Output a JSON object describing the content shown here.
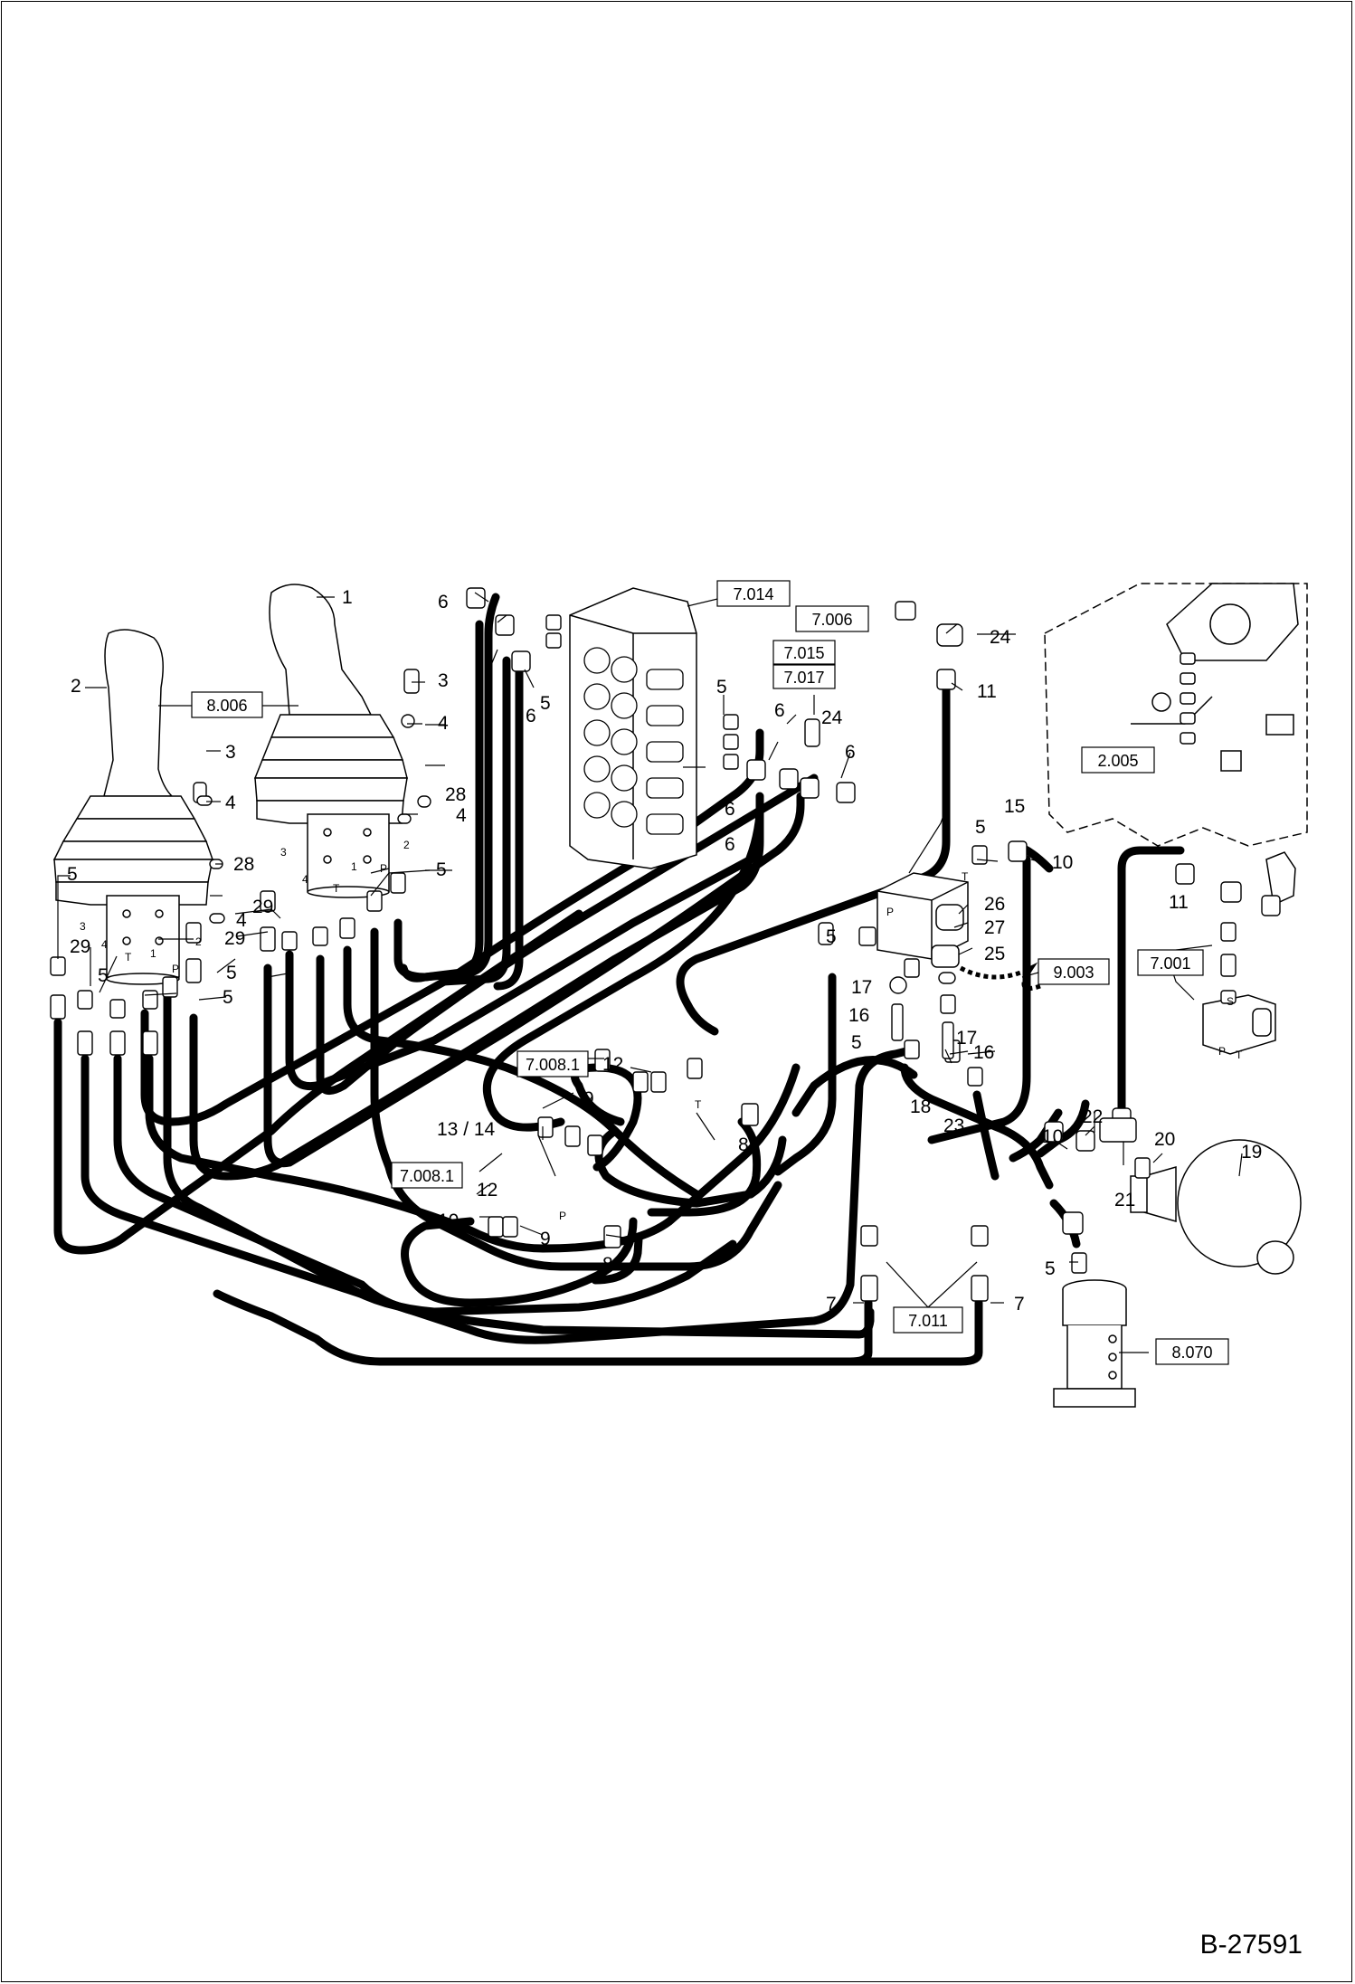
{
  "document_number": "B-27591",
  "reference_boxes": {
    "ref_8006": "8.006",
    "ref_7014": "7.014",
    "ref_7006": "7.006",
    "ref_7015": "7.015",
    "ref_7017": "7.017",
    "ref_2005": "2.005",
    "ref_9003": "9.003",
    "ref_7001": "7.001",
    "ref_70081_upper": "7.008.1",
    "ref_70081_lower": "7.008.1",
    "ref_7011": "7.011",
    "ref_8070": "8.070"
  },
  "callouts": {
    "c1": "1",
    "c2": "2",
    "c3a": "3",
    "c3b": "3",
    "c4a": "4",
    "c4b": "4",
    "c4c": "4",
    "c4d": "4",
    "c5a": "5",
    "c5b": "5",
    "c5c": "5",
    "c5d": "5",
    "c5e": "5",
    "c5f": "5",
    "c5g": "5",
    "c5h": "5",
    "c5i": "5",
    "c5j": "5",
    "c5k": "5",
    "c6a": "6",
    "c6b": "6",
    "c6c": "6",
    "c6d": "6",
    "c6e": "6",
    "c6f": "6",
    "c7a": "7",
    "c7b": "7",
    "c8a": "8",
    "c8b": "8",
    "c9a": "9",
    "c9b": "9",
    "c10a": "10",
    "c10b": "10",
    "c10c": "10",
    "c11a": "11",
    "c11b": "11",
    "c12a": "12",
    "c12b": "12",
    "c1314": "13 / 14",
    "c15": "15",
    "c16a": "16",
    "c16b": "16",
    "c17a": "17",
    "c17b": "17",
    "c18": "18",
    "c19": "19",
    "c20": "20",
    "c21": "21",
    "c22": "22",
    "c23": "23",
    "c24a": "24",
    "c24b": "24",
    "c25": "25",
    "c26": "26",
    "c27": "27",
    "c28a": "28",
    "c28b": "28",
    "c29a": "29",
    "c29b": "29",
    "c29c": "29"
  },
  "port_letters": {
    "j_left_3": "3",
    "j_left_4": "4",
    "j_left_T": "T",
    "j_left_1": "1",
    "j_left_P": "P",
    "j_left_2": "2",
    "j_right_3": "3",
    "j_right_4": "4",
    "j_right_T": "T",
    "j_right_1": "1",
    "j_right_P": "P",
    "j_right_2": "2",
    "tee_T_upper": "T",
    "tee_P_lower": "P",
    "valve_P": "P",
    "valve_T": "T",
    "valve2_S": "S",
    "valve2_P": "P",
    "valve2_T": "T"
  }
}
